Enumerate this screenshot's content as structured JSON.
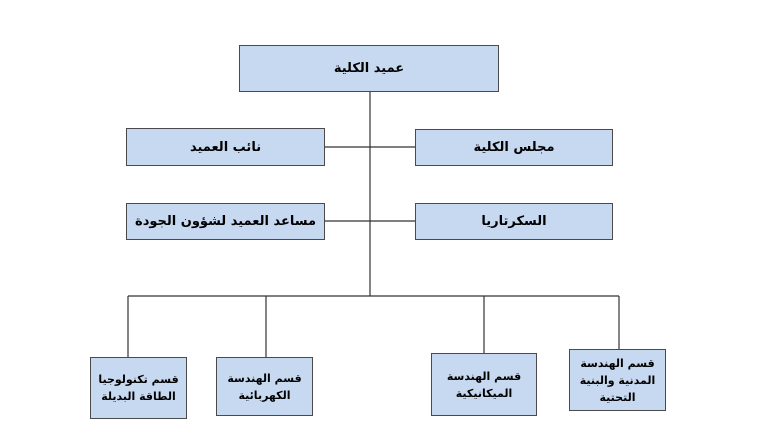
{
  "org": {
    "dean": "عميد الكلية",
    "council": "مجلس الكلية",
    "vice_dean": "نائب العميد",
    "secretary": "السكرتاريا",
    "quality_assistant": "مساعد العميد لشؤون الجودة",
    "departments": [
      {
        "lines": [
          "قسم الهندسة",
          "المدنية والبنية",
          "التحتية"
        ]
      },
      {
        "lines": [
          "قسم الهندسة",
          "الميكانيكية"
        ]
      },
      {
        "lines": [
          "قسم الهندسة",
          "الكهربائية"
        ]
      },
      {
        "lines": [
          "قسم تكنولوجيا",
          "الطاقة البديلة"
        ]
      }
    ]
  },
  "colors": {
    "box_fill": "#c6d9f1",
    "box_border": "#4a4a4a",
    "line": "#333333"
  }
}
